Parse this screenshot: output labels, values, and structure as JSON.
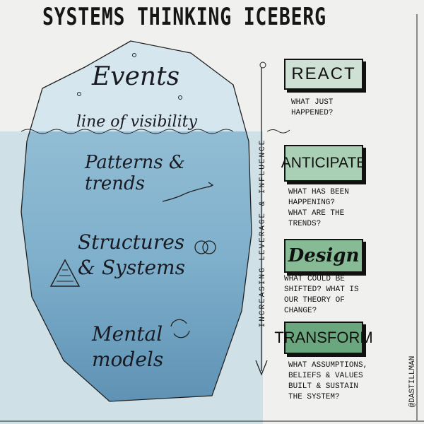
{
  "title": "SYSTEMS THINKING ICEBERG",
  "iceberg": {
    "levels": [
      {
        "label": "Events"
      },
      {
        "label": "line of visibility"
      },
      {
        "label": "Patterns & trends"
      },
      {
        "label": "Structures & Systems"
      },
      {
        "label": "Mental models"
      }
    ],
    "colors": {
      "water": "#7fb0cc",
      "ice": "#cfe2ec"
    }
  },
  "axis_label": "INCREASING LEVERAGE & INFLUENCE",
  "modes": [
    {
      "label": "REACT",
      "question": "What just\nhappened?",
      "color": "#cfe0d4"
    },
    {
      "label": "ANTICIPATE",
      "question": "What has been\nhappening?\nWhat are the\ntrends?",
      "color": "#a9cfb4"
    },
    {
      "label": "Design",
      "question": "What could be\nshifted? What is\nour theory of\nchange?",
      "color": "#86bb96"
    },
    {
      "label": "TRANSFORM",
      "question": "What assumptions,\nbeliefs & values\nbuilt & sustain\nthe system?",
      "color": "#6ba77e"
    }
  ],
  "signature": "@DASTILLMAN"
}
